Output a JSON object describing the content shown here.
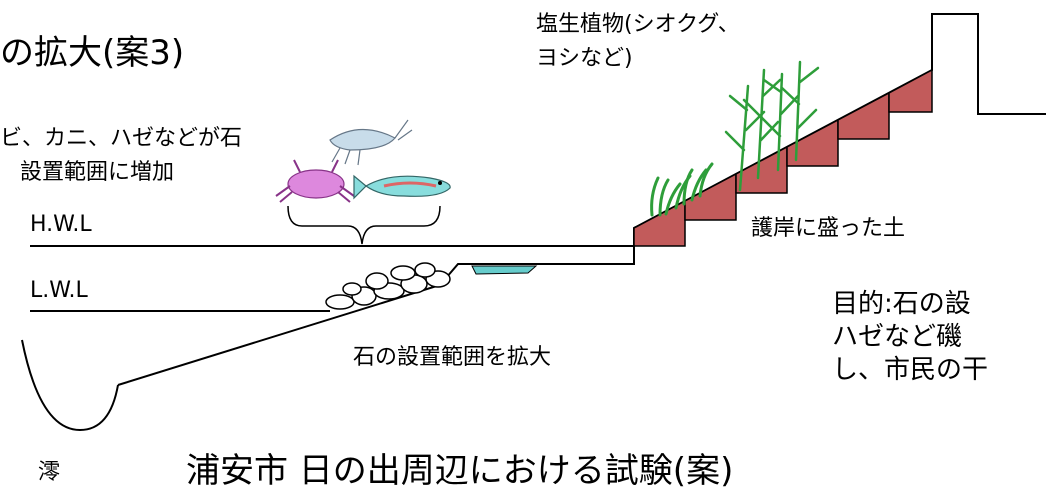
{
  "title_fragment": "の拡大(案3)",
  "plants_label_line1": "塩生植物(シオクグ、",
  "plants_label_line2": "ヨシなど)",
  "creatures_line1": "ビ、カニ、ハゼなどが石",
  "creatures_line2": "設置範囲に増加",
  "hwl": "H.W.L",
  "lwl": "L.W.L",
  "soil_label": "護岸に盛った土",
  "stone_label": "石の設置範囲を拡大",
  "objective_line1": "目的:石の設",
  "objective_line2": "ハゼなど磯",
  "objective_line3": "し、市民の干",
  "channel_label": "澪",
  "bottom_title": "浦安市 日の出周辺における試験(案)",
  "colors": {
    "soil": "#c25b5b",
    "water": "#66cccc",
    "grass": "#2e9e3a",
    "crab": "#dd88dd",
    "fish": "#88dddd",
    "shrimp": "#c8dcea"
  }
}
